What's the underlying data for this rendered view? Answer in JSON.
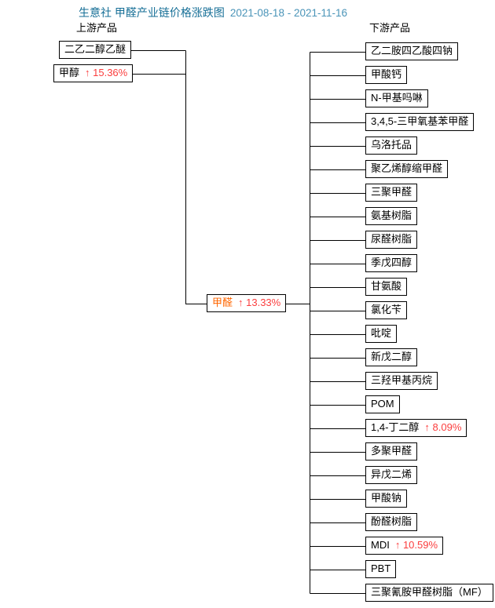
{
  "title": {
    "text": "生意社 甲醛产业链价格涨跌图",
    "date_range": "2021-08-18 - 2021-11-16"
  },
  "upstream": {
    "label": "上游产品",
    "items": [
      {
        "name": "二乙二醇乙醚",
        "change": ""
      },
      {
        "name": "甲醇",
        "change": "↑ 15.36%"
      }
    ]
  },
  "center": {
    "name": "甲醛",
    "change": "↑ 13.33%"
  },
  "downstream": {
    "label": "下游产品",
    "items": [
      {
        "name": "乙二胺四乙酸四钠",
        "change": ""
      },
      {
        "name": "甲酸钙",
        "change": ""
      },
      {
        "name": "N-甲基吗啉",
        "change": ""
      },
      {
        "name": "3,4,5-三甲氧基苯甲醛",
        "change": ""
      },
      {
        "name": "乌洛托品",
        "change": ""
      },
      {
        "name": "聚乙烯醇缩甲醛",
        "change": ""
      },
      {
        "name": "三聚甲醛",
        "change": ""
      },
      {
        "name": "氨基树脂",
        "change": ""
      },
      {
        "name": "尿醛树脂",
        "change": ""
      },
      {
        "name": "季戊四醇",
        "change": ""
      },
      {
        "name": "甘氨酸",
        "change": ""
      },
      {
        "name": "氯化苄",
        "change": ""
      },
      {
        "name": "吡啶",
        "change": ""
      },
      {
        "name": "新戊二醇",
        "change": ""
      },
      {
        "name": "三羟甲基丙烷",
        "change": ""
      },
      {
        "name": "POM",
        "change": ""
      },
      {
        "name": "1,4-丁二醇",
        "change": "↑ 8.09%"
      },
      {
        "name": "多聚甲醛",
        "change": ""
      },
      {
        "name": "异戊二烯",
        "change": ""
      },
      {
        "name": "甲酸钠",
        "change": ""
      },
      {
        "name": "酚醛树脂",
        "change": ""
      },
      {
        "name": "MDI",
        "change": "↑ 10.59%"
      },
      {
        "name": "PBT",
        "change": ""
      },
      {
        "name": "三聚氰胺甲醛树脂（MF）",
        "change": ""
      }
    ]
  },
  "colors": {
    "background": "#ffffff",
    "title_text": "#156e96",
    "title_date": "#4a94b8",
    "increase": "#fb3e3e",
    "center_name": "#ff6600",
    "line": "#000000"
  }
}
